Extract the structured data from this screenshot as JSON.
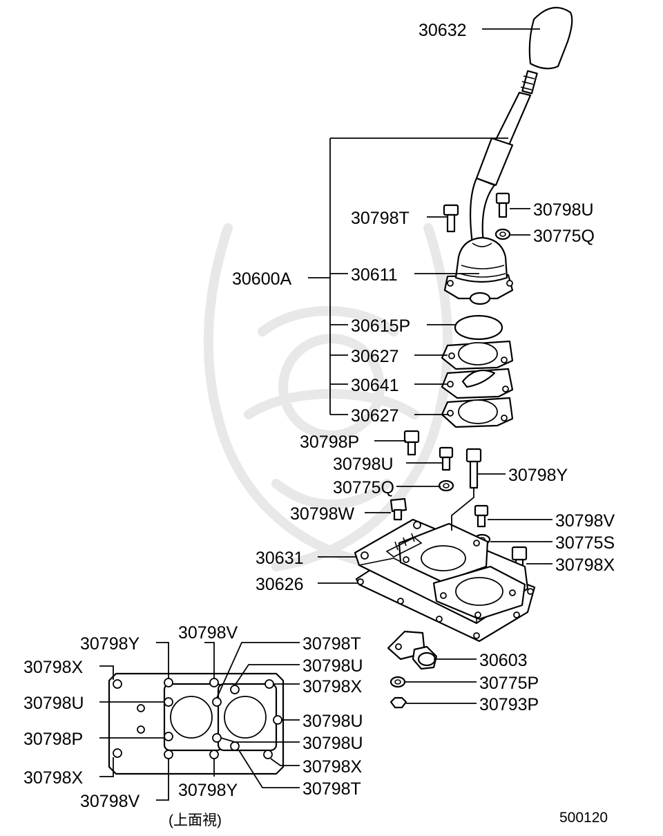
{
  "diagram": {
    "labels": {
      "p30632": "30632",
      "p30798U_top": "30798U",
      "p30798T_top": "30798T",
      "p30775Q_top": "30775Q",
      "p30600A": "30600A",
      "p30611": "30611",
      "p30615P": "30615P",
      "p30627_a": "30627",
      "p30641": "30641",
      "p30627_b": "30627",
      "p30798P_mid": "30798P",
      "p30798U_mid": "30798U",
      "p30798Y_mid": "30798Y",
      "p30775Q_mid": "30775Q",
      "p30798W": "30798W",
      "p30798V_mid": "30798V",
      "p30775S": "30775S",
      "p30631": "30631",
      "p30798X_mid": "30798X",
      "p30626": "30626",
      "p30603": "30603",
      "p30775P": "30775P",
      "p30793P": "30793P",
      "top_y": "30798Y",
      "top_v": "30798V",
      "left_x1": "30798X",
      "left_u": "30798U",
      "left_p": "30798P",
      "left_x2": "30798X",
      "bottom_v": "30798V",
      "bottom_y": "30798Y",
      "right_t1": "30798T",
      "right_u1": "30798U",
      "right_x1": "30798X",
      "right_u2": "30798U",
      "right_u3": "30798U",
      "right_x2": "30798X",
      "right_t2": "30798T"
    },
    "view_caption": "(上面視)",
    "diagram_number": "500120"
  }
}
